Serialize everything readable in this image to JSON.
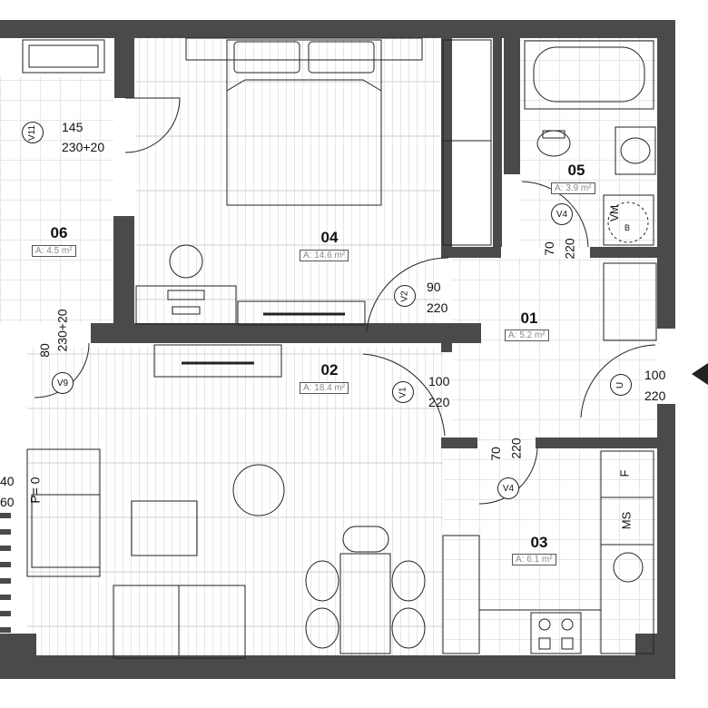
{
  "rooms": [
    {
      "id": "01",
      "area": "A: 5.2 m²"
    },
    {
      "id": "02",
      "area": "A: 18.4 m²"
    },
    {
      "id": "03",
      "area": "A: 6.1 m²"
    },
    {
      "id": "04",
      "area": "A: 14.6 m²"
    },
    {
      "id": "05",
      "area": "A: 3.9 m²"
    },
    {
      "id": "06",
      "area": "A: 4.5 m²"
    }
  ],
  "window_tags": {
    "v11": {
      "tag": "V11",
      "width": "145",
      "height": "230+20"
    },
    "v9": {
      "tag": "V9",
      "width": "80",
      "height": "230+20"
    }
  },
  "door_tags": {
    "v2": {
      "tag": "V2",
      "width": "90",
      "height": "220"
    },
    "v1": {
      "tag": "V1",
      "width": "100",
      "height": "220"
    },
    "u": {
      "tag": "U",
      "width": "100",
      "height": "220"
    },
    "v4_bath": {
      "tag": "V4",
      "width": "70",
      "height": "220"
    },
    "v4_kitchen": {
      "tag": "V4",
      "width": "70",
      "height": "220"
    }
  },
  "fixtures": {
    "vm": "VM",
    "b": "B",
    "f": "F",
    "ms": "MS"
  },
  "left_edge": {
    "a": "40",
    "b": "60",
    "p": "P= 0"
  },
  "colors": {
    "wall": "#4a4a4a",
    "grid": "#cfcfcf",
    "line": "#222222"
  }
}
